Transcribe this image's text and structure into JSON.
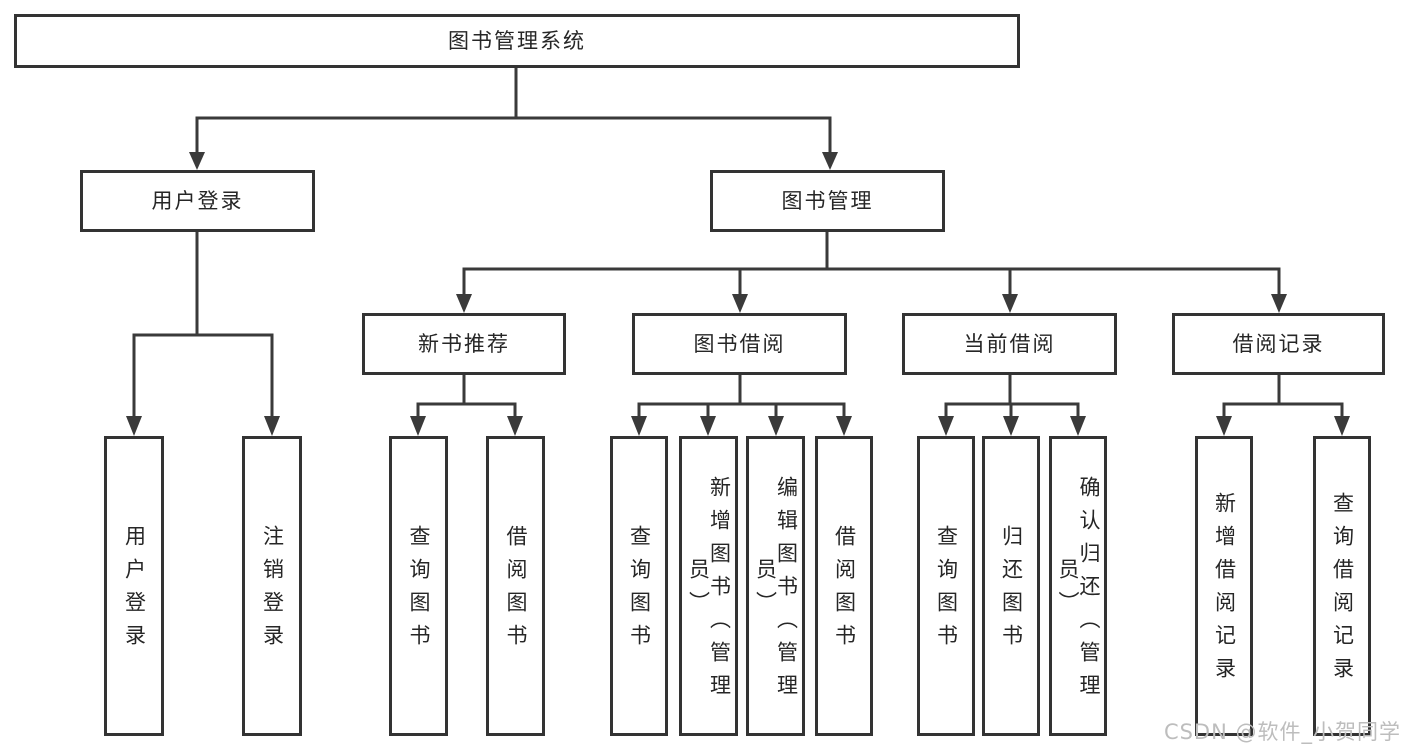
{
  "title": "图书管理系统",
  "tree": {
    "root": {
      "label": "图书管理系统"
    },
    "branches": [
      {
        "label": "用户登录",
        "children": [
          {
            "label": "用户登录"
          },
          {
            "label": "注销登录"
          }
        ]
      },
      {
        "label": "图书管理",
        "children": [
          {
            "label": "新书推荐",
            "children": [
              {
                "label": "查询图书"
              },
              {
                "label": "借阅图书"
              }
            ]
          },
          {
            "label": "图书借阅",
            "children": [
              {
                "label": "查询图书"
              },
              {
                "label": "新增图书（管理员）"
              },
              {
                "label": "编辑图书（管理员）"
              },
              {
                "label": "借阅图书"
              }
            ]
          },
          {
            "label": "当前借阅",
            "children": [
              {
                "label": "查询图书"
              },
              {
                "label": "归还图书"
              },
              {
                "label": "确认归还（管理员）"
              }
            ]
          },
          {
            "label": "借阅记录",
            "children": [
              {
                "label": "新增借阅记录"
              },
              {
                "label": "查询借阅记录"
              }
            ]
          }
        ]
      }
    ]
  },
  "watermark": {
    "text": "CSDN @软件_小贺同学"
  },
  "colors": {
    "line": "#3a3a3a",
    "border": "#333333",
    "text": "#262626",
    "background": "#ffffff",
    "watermark": "#bdbdbd"
  }
}
